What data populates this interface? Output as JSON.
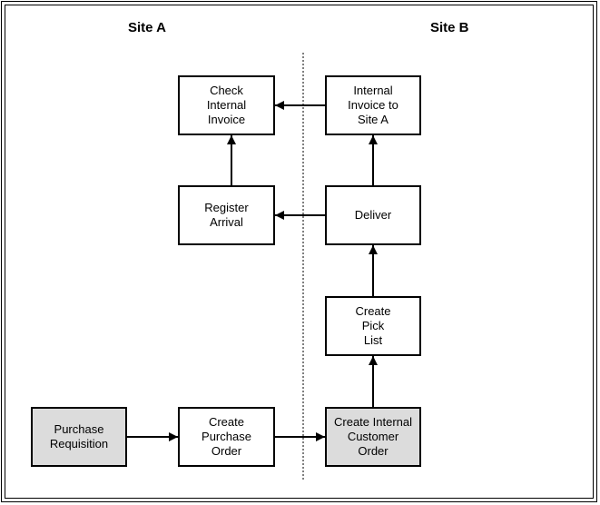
{
  "diagram": {
    "sites": {
      "a": "Site A",
      "b": "Site B"
    },
    "boxes": {
      "check_internal_invoice": "Check\nInternal\nInvoice",
      "internal_invoice_to_site_a": "Internal\nInvoice to\nSite A",
      "register_arrival": "Register\nArrival",
      "deliver": "Deliver",
      "create_pick_list": "Create\nPick\nList",
      "purchase_requisition": "Purchase\nRequisition",
      "create_purchase_order": "Create\nPurchase\nOrder",
      "create_internal_customer_order": "Create Internal\nCustomer\nOrder"
    },
    "colors": {
      "shaded_box": "#dcdcdc",
      "line": "#000000"
    }
  }
}
